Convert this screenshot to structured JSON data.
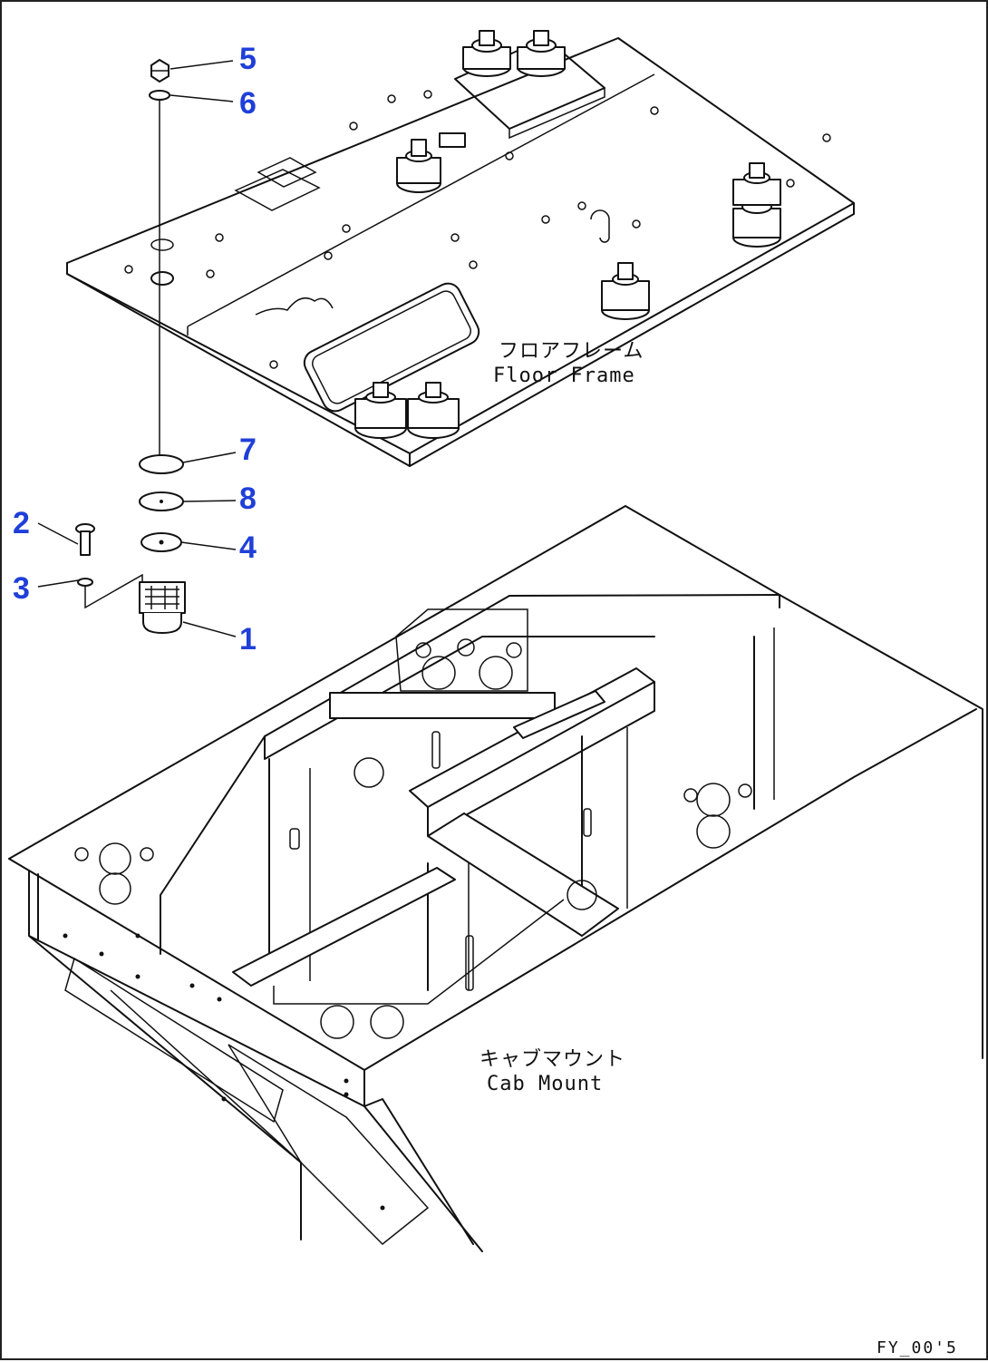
{
  "callouts": {
    "c1": "1",
    "c2": "2",
    "c3": "3",
    "c4": "4",
    "c5": "5",
    "c6": "6",
    "c7": "7",
    "c8": "8"
  },
  "labels": {
    "floor_frame_jp": "フロアフレーム",
    "floor_frame_en": "Floor Frame",
    "cab_mount_jp": "キャブマウント",
    "cab_mount_en": "Cab Mount"
  },
  "drawing_code": "FY_00'5",
  "colors": {
    "callout": "#1f3fd8",
    "line": "#111111",
    "background": "#ffffff"
  }
}
